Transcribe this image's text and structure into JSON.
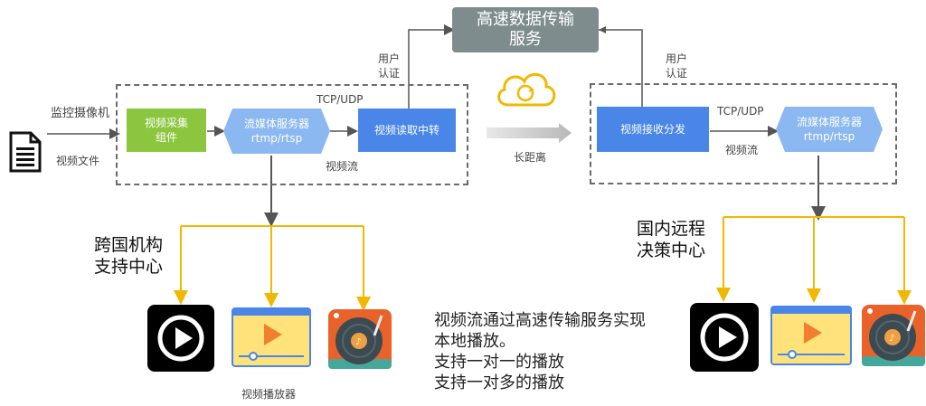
{
  "top_service": {
    "line1": "高速数据传输",
    "line2": "服务"
  },
  "left": {
    "source_label_camera": "监控摄像机",
    "source_label_file": "视频文件",
    "capture": {
      "line1": "视频采集",
      "line2": "组件"
    },
    "streaming_server": {
      "line1": "流媒体服务器",
      "line2": "rtmp/rtsp"
    },
    "protocol": "TCP/UDP",
    "reader": "视频读取中转",
    "stream_label": "视频流",
    "auth": {
      "line1": "用户",
      "line2": "认证"
    }
  },
  "middle": {
    "distance_label": "长距离"
  },
  "right": {
    "auth": {
      "line1": "用户",
      "line2": "认证"
    },
    "receiver": "视频接收分发",
    "protocol": "TCP/UDP",
    "stream_label": "视频流",
    "streaming_server": {
      "line1": "流媒体服务器",
      "line2": "rtmp/rtsp"
    }
  },
  "left_site": {
    "line1": "跨国机构",
    "line2": "支持中心"
  },
  "right_site": {
    "line1": "国内远程",
    "line2": "决策中心"
  },
  "players_caption": "视频播放器",
  "notes": [
    "视频流通过高速传输服务实现",
    "本地播放。",
    "支持一对一的播放",
    "支持一对多的播放"
  ],
  "colors": {
    "green": "#8cc63f",
    "light_blue": "#8bb8f0",
    "blue": "#4a86e8",
    "gray_box": "#7f8c8d",
    "gold": "#f0b800"
  }
}
